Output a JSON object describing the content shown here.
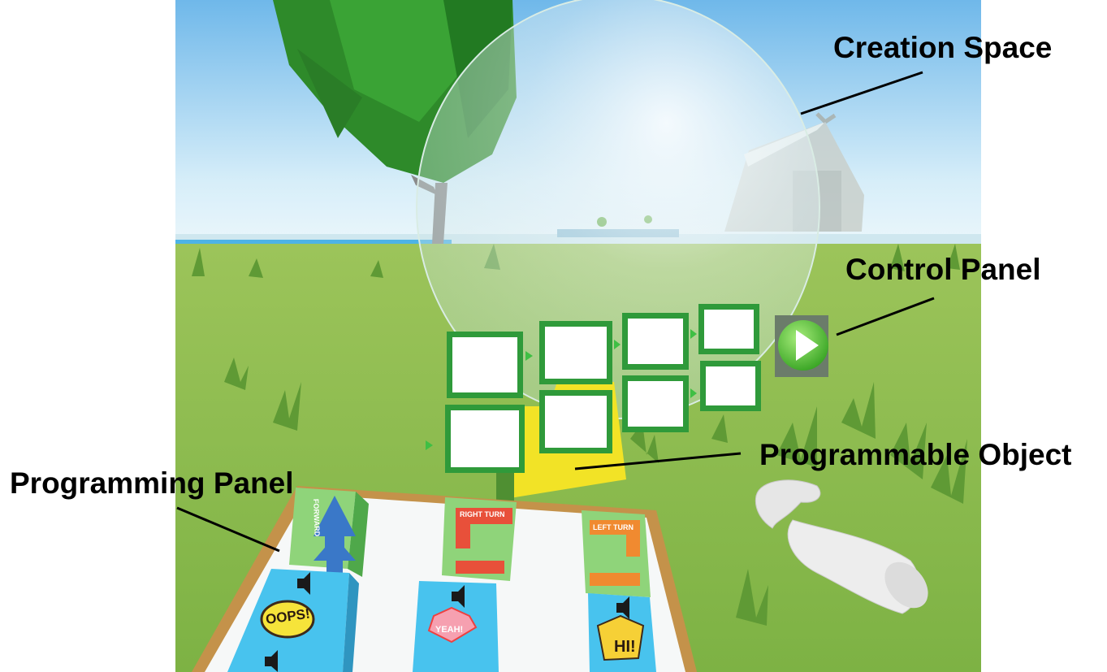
{
  "annotations": {
    "creation_space": "Creation Space",
    "control_panel": "Control Panel",
    "programmable_object": "Programmable Object",
    "programming_panel": "Programming Panel"
  },
  "blocks": {
    "forward": "FORWARD",
    "right_turn": "RIGHT TURN",
    "left_turn": "LEFT TURN",
    "oops": "OOPS!",
    "yeah": "YEAH!",
    "hi": "HI!"
  },
  "colors": {
    "sky": "#8ec8ee",
    "grass": "#86b84a",
    "block_green": "#8fd47a",
    "block_blue": "#48c3ee",
    "slot_border": "#2f9a3a",
    "play_button": "#5cc83a",
    "path_yellow": "#f2e326"
  },
  "icons": {
    "play": "play-icon",
    "speaker": "speaker-icon",
    "arrow": "arrow-icon",
    "hand": "vr-hand-icon"
  }
}
